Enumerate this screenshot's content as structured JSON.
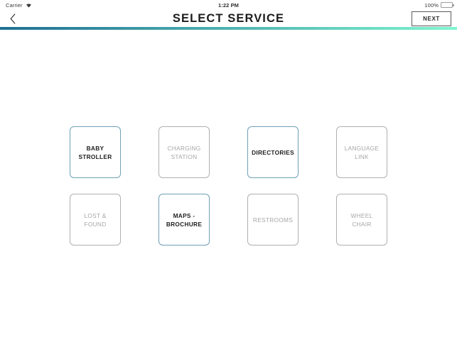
{
  "status_bar": {
    "carrier": "Carrier",
    "wifi_icon": "wifi-icon",
    "time": "1:22 PM",
    "battery_percent": "100%",
    "battery_icon": "battery-icon",
    "battery_color": "#4cd964"
  },
  "nav_bar": {
    "back_icon": "chevron-left-icon",
    "title": "SELECT SERVICE",
    "next_label": "NEXT"
  },
  "divider": {
    "gradient_start": "#1f6f92",
    "gradient_end": "#7ff5cf"
  },
  "theme": {
    "selected_border": "#6fa0b7",
    "selected_text": "#1f1f1f",
    "unselected_border": "#b0b0b0",
    "unselected_text": "#a6a6a6"
  },
  "services": {
    "tiles": [
      {
        "label": "BABY\nSTROLLER",
        "name": "service-tile-baby-stroller",
        "selected": true
      },
      {
        "label": "CHARGING\nSTATION",
        "name": "service-tile-charging-station",
        "selected": false
      },
      {
        "label": "DIRECTORIES",
        "name": "service-tile-directories",
        "selected": true
      },
      {
        "label": "LANGUAGE LINK",
        "name": "service-tile-language-link",
        "selected": false
      },
      {
        "label": "LOST & FOUND",
        "name": "service-tile-lost-and-found",
        "selected": false
      },
      {
        "label": "MAPS -\nBROCHURE",
        "name": "service-tile-maps-brochure",
        "selected": true
      },
      {
        "label": "RESTROOMS",
        "name": "service-tile-restrooms",
        "selected": false
      },
      {
        "label": "WHEEL CHAIR",
        "name": "service-tile-wheel-chair",
        "selected": false
      }
    ]
  }
}
